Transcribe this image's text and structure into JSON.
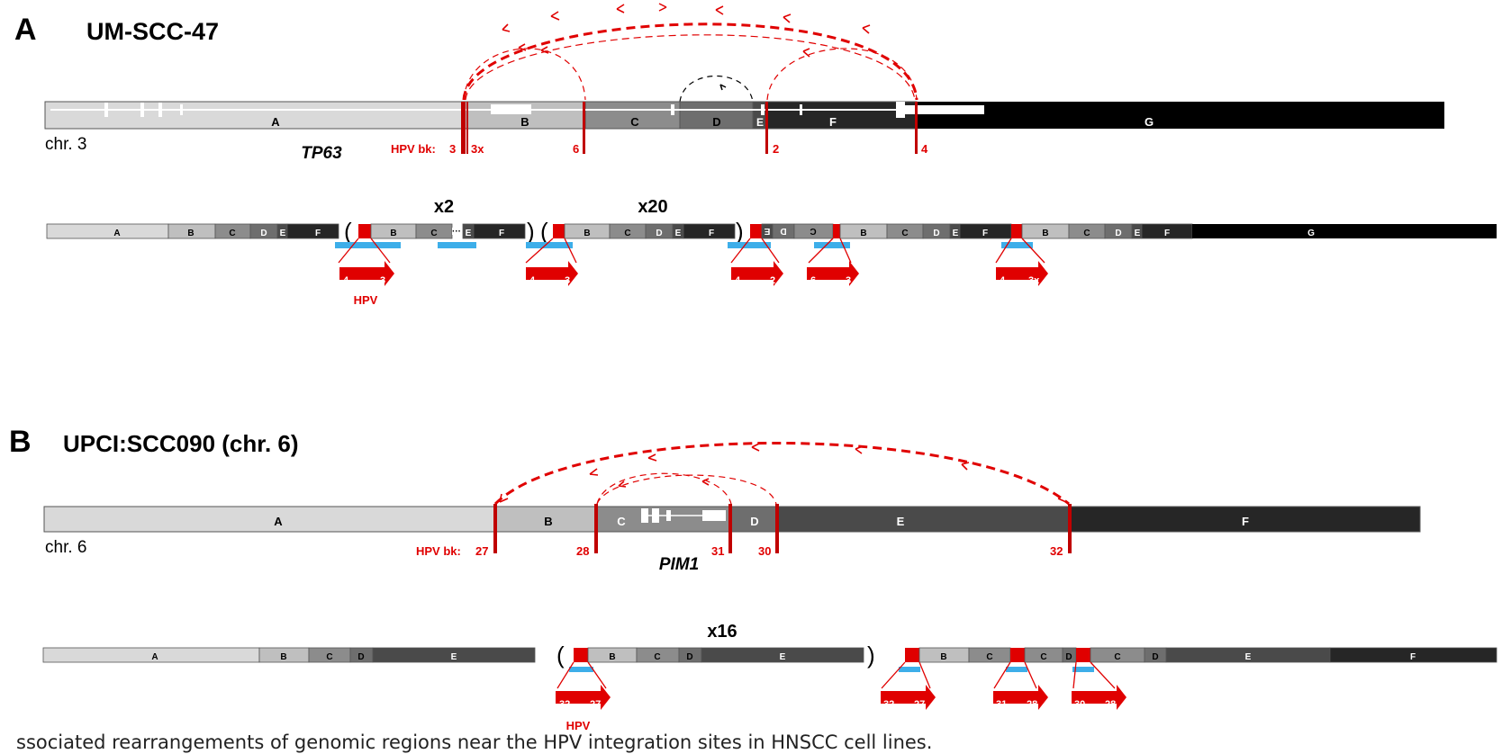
{
  "panelA": {
    "letter": "A",
    "title": "UM-SCC-47",
    "chrom": "chr. 3",
    "gene": "TP63",
    "bk_prefix": "HPV bk:",
    "breakpoints": [
      "3",
      "3x",
      "6",
      "2",
      "4"
    ],
    "segments": [
      "A",
      "B",
      "C",
      "D",
      "E",
      "F",
      "G"
    ],
    "amp1": "x2",
    "amp2": "x20",
    "hpv": "HPV",
    "inserts": [
      [
        "4",
        "3"
      ],
      [
        "4",
        "3"
      ],
      [
        "4",
        "2"
      ],
      [
        "6",
        "3"
      ],
      [
        "4",
        "3x"
      ]
    ],
    "paren_open": "(",
    "paren_close": ")",
    "colors": {
      "A": "#d9d9d9",
      "B": "#bfbfbf",
      "C": "#8c8c8c",
      "D": "#6e6e6e",
      "E": "#4a4a4a",
      "F": "#262626",
      "G": "#000000"
    }
  },
  "panelB": {
    "letter": "B",
    "title": "UPCI:SCC090 (chr. 6)",
    "chrom": "chr. 6",
    "gene": "PIM1",
    "bk_prefix": "HPV bk:",
    "breakpoints": [
      "27",
      "28",
      "31",
      "30",
      "32"
    ],
    "segments": [
      "A",
      "B",
      "C",
      "D",
      "E",
      "F"
    ],
    "amp": "x16",
    "hpv": "HPV",
    "inserts": [
      [
        "32",
        "27"
      ],
      [
        "32",
        "27"
      ],
      [
        "31",
        "28"
      ],
      [
        "30",
        "28"
      ]
    ],
    "paren_open": "(",
    "paren_close": ")",
    "colors": {
      "A": "#d9d9d9",
      "B": "#bfbfbf",
      "C": "#8c8c8c",
      "D": "#6e6e6e",
      "E": "#4a4a4a",
      "F": "#262626"
    }
  },
  "colors": {
    "hpv_red": "#e00000",
    "bk_red": "#c00000",
    "blue_bar": "#3daee9"
  },
  "caption": "ssociated rearrangements of genomic regions near the HPV integration sites in HNSCC cell lines."
}
